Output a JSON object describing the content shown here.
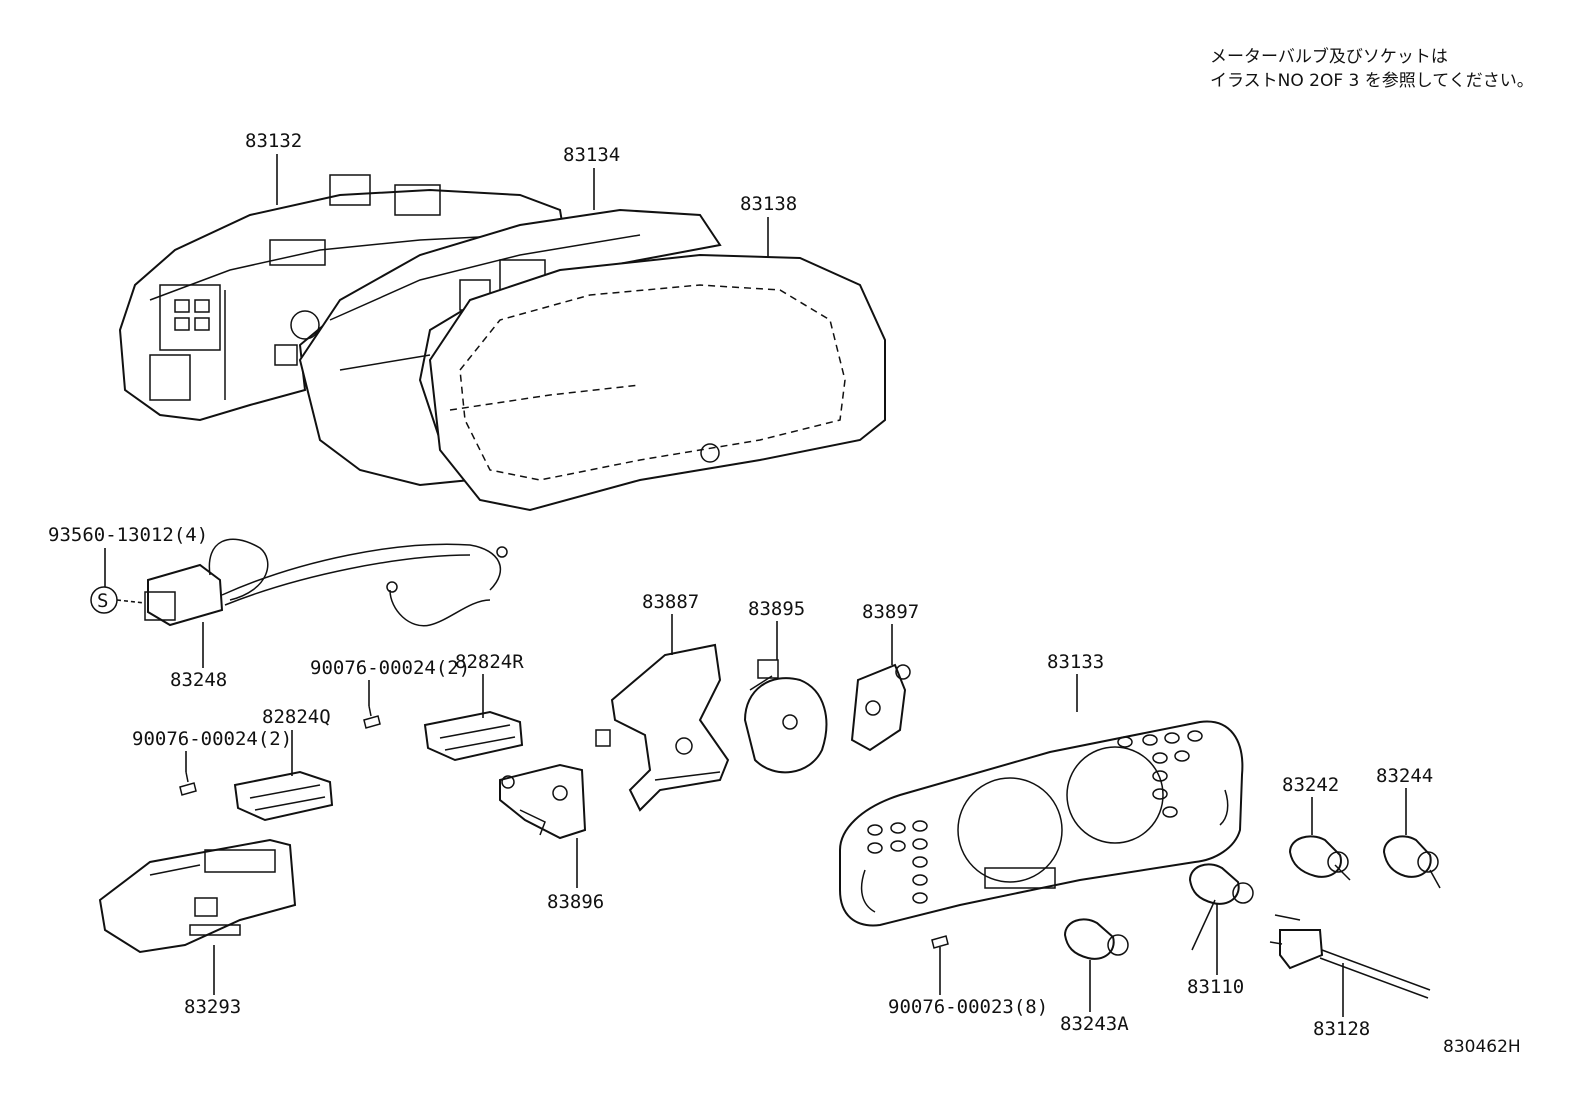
{
  "note": {
    "line1": "メーターバルブ及びソケットは",
    "line2": "イラストNO 2OF 3 を参照してください。"
  },
  "callouts": {
    "c83132": "83132",
    "c83134": "83134",
    "c83138": "83138",
    "c93560": "93560-13012(4)",
    "s_mark": "S",
    "c83248": "83248",
    "c90076_24a": "90076-00024(2)",
    "c82824R": "82824R",
    "c82824Q": "82824Q",
    "c90076_24b": "90076-00024(2)",
    "c83293": "83293",
    "c83887": "83887",
    "c83895": "83895",
    "c83897": "83897",
    "c83896": "83896",
    "c83133": "83133",
    "c83242": "83242",
    "c83244": "83244",
    "c83110": "83110",
    "c83243A": "83243A",
    "c83128": "83128",
    "c90076_23": "90076-00023(8)"
  },
  "diagram_id": "830462H"
}
